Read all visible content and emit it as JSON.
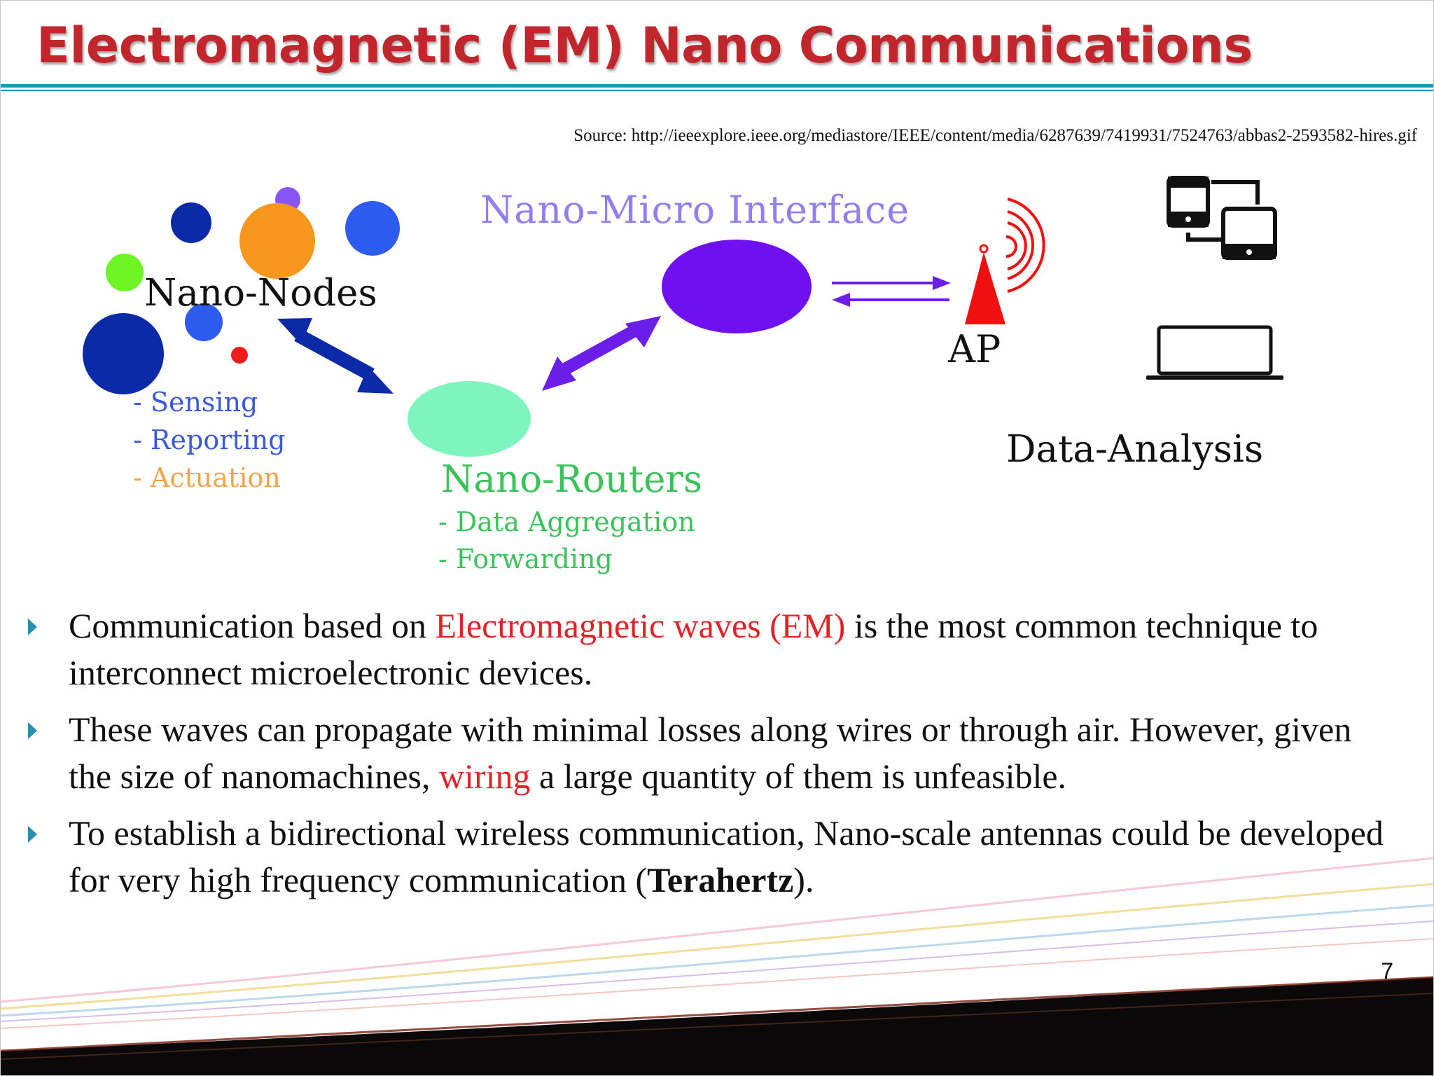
{
  "slide": {
    "title": "Electromagnetic (EM) Nano Communications",
    "source": "Source: http://ieeexplore.ieee.org/mediastore/IEEE/content/media/6287639/7419931/7524763/abbas2-2593582-hires.gif",
    "page_number": "7"
  },
  "diagram": {
    "nano_nodes": {
      "label": "Nano-Nodes",
      "items": [
        "- Sensing",
        "- Reporting",
        "- Actuation"
      ]
    },
    "nano_routers": {
      "label": "Nano-Routers",
      "items": [
        "- Data Aggregation",
        "- Forwarding"
      ]
    },
    "interface_label": "Nano-Micro Interface",
    "ap_label": "AP",
    "analysis_label": "Data-Analysis",
    "colors": {
      "node_navy": "#0a2aa8",
      "node_blue": "#2d5bf0",
      "node_orange": "#f7961d",
      "node_violet": "#8a55f5",
      "node_green": "#6ef526",
      "node_red": "#f01c1c",
      "router_mint": "#7ef5bc",
      "interface_purple": "#7010f0",
      "arrow_navy": "#0a2aa8",
      "arrow_purple": "#6a1ee8",
      "ap_red": "#f01010",
      "label_green": "#3cc25a",
      "label_blue": "#3a5ad8",
      "label_orange": "#f2a44c",
      "label_violet": "#8f7ff0"
    }
  },
  "bullets": [
    {
      "segments": [
        {
          "text": "Communication based on ",
          "style": "normal"
        },
        {
          "text": "Electromagnetic waves (EM)",
          "style": "red"
        },
        {
          "text": " is the most common technique to interconnect microelectronic devices.",
          "style": "normal"
        }
      ]
    },
    {
      "segments": [
        {
          "text": "These waves can propagate with minimal losses along wires or through air. However, given the size of nanomachines, ",
          "style": "normal"
        },
        {
          "text": "wiring",
          "style": "red"
        },
        {
          "text": " a large quantity of them is unfeasible.",
          "style": "normal"
        }
      ]
    },
    {
      "segments": [
        {
          "text": "To establish a bidirectional wireless communication, Nano-scale antennas could be developed for very high frequency communication (",
          "style": "normal"
        },
        {
          "text": "Terahertz",
          "style": "bold"
        },
        {
          "text": ").",
          "style": "normal"
        }
      ]
    }
  ]
}
